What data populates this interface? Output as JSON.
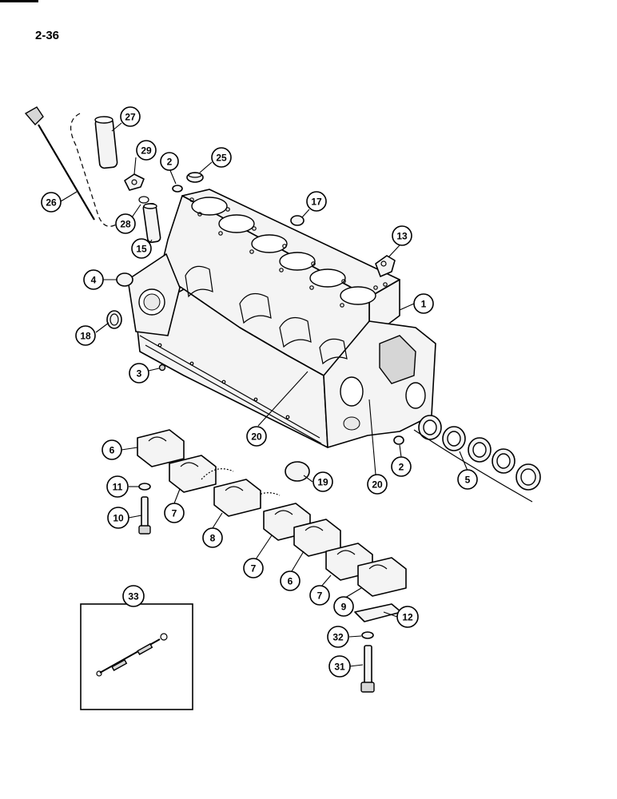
{
  "page": {
    "number": "2-36"
  },
  "callouts": [
    {
      "label": "1"
    },
    {
      "label": "2"
    },
    {
      "label": "2"
    },
    {
      "label": "3"
    },
    {
      "label": "4"
    },
    {
      "label": "5"
    },
    {
      "label": "6"
    },
    {
      "label": "6"
    },
    {
      "label": "7"
    },
    {
      "label": "7"
    },
    {
      "label": "7"
    },
    {
      "label": "8"
    },
    {
      "label": "9"
    },
    {
      "label": "10"
    },
    {
      "label": "11"
    },
    {
      "label": "12"
    },
    {
      "label": "13"
    },
    {
      "label": "15"
    },
    {
      "label": "17"
    },
    {
      "label": "18"
    },
    {
      "label": "19"
    },
    {
      "label": "20"
    },
    {
      "label": "20"
    },
    {
      "label": "25"
    },
    {
      "label": "26"
    },
    {
      "label": "27"
    },
    {
      "label": "28"
    },
    {
      "label": "29"
    },
    {
      "label": "31"
    },
    {
      "label": "32"
    },
    {
      "label": "33"
    }
  ]
}
